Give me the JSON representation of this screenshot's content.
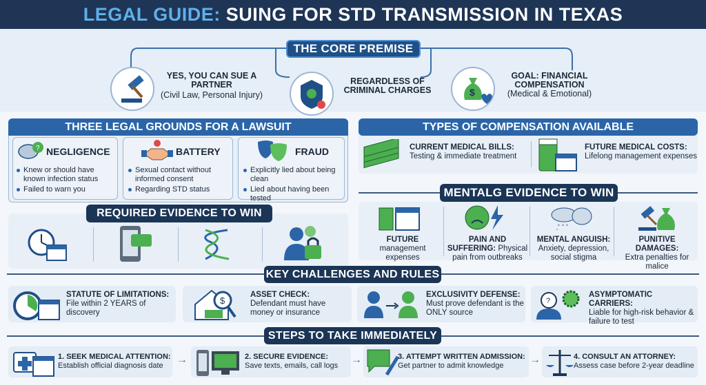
{
  "title": {
    "accent": "LEGAL GUIDE:",
    "main": "SUING FOR STD TRANSMISSION IN TEXAS"
  },
  "core_premise": {
    "label": "THE CORE PREMISE",
    "items": [
      {
        "icon": "gavel-icon",
        "title": "YES, YOU CAN SUE A PARTNER",
        "sub": "(Civil Law, Personal Injury)"
      },
      {
        "icon": "police-badge-icon",
        "title": "REGARDLESS OF CRIMINAL CHARGES",
        "sub": ""
      },
      {
        "icon": "money-bag-heart-icon",
        "title": "GOAL: FINANCIAL COMPENSATION",
        "sub": "(Medical & Emotional)"
      }
    ]
  },
  "legal_grounds": {
    "label": "THREE LEGAL GROUNDS FOR A LAWSUIT",
    "items": [
      {
        "icon": "brain-question-icon",
        "title": "NEGLIGENCE",
        "bullets": [
          "Knew or should have known infection status",
          "Failed to warn you"
        ]
      },
      {
        "icon": "handshake-icon",
        "title": "BATTERY",
        "bullets": [
          "Sexual contact without informed consent",
          "Regarding STD status"
        ]
      },
      {
        "icon": "theater-masks-icon",
        "title": "FRAUD",
        "bullets": [
          "Explicitly lied about being clean",
          "Lied about having been tested"
        ]
      }
    ]
  },
  "required_evidence": {
    "label": "REQUIRED EVIDENCE TO WIN",
    "icons": [
      "clock-calendar-icon",
      "phone-message-icon",
      "dna-icon",
      "person-lock-icon"
    ]
  },
  "compensation": {
    "label": "TYPES OF COMPENSATION AVAILABLE",
    "items": [
      {
        "icon": "cash-stack-icon",
        "title": "CURRENT MEDICAL BILLS:",
        "sub": "Testing & immediate treatment"
      },
      {
        "icon": "pill-bottle-calendar-icon",
        "title": "FUTURE MEDICAL COSTS:",
        "sub": "Lifelong management expenses"
      }
    ]
  },
  "mental_evidence": {
    "label": "MENTALG EVIDENCE TO WIN",
    "items": [
      {
        "icon": "medicine-calendar-icon",
        "title": "FUTURE",
        "sub": "management expenses"
      },
      {
        "icon": "sad-face-lightning-icon",
        "title": "PAIN AND SUFFERING:",
        "sub": "Physical pain from outbreaks"
      },
      {
        "icon": "cloud-brain-icon",
        "title": "MENTAL ANGUISH:",
        "sub": "Anxiety, depression, social stigma"
      },
      {
        "icon": "gavel-money-icon",
        "title": "PUNITIVE DAMAGES:",
        "sub": "Extra penalties for malice"
      }
    ]
  },
  "challenges": {
    "label": "KEY CHALLENGES AND RULES",
    "items": [
      {
        "icon": "stopwatch-calendar-icon",
        "title": "STATUTE OF LIMITATIONS:",
        "sub": "File within 2 YEARS of discovery"
      },
      {
        "icon": "house-magnifier-icon",
        "title": "ASSET CHECK:",
        "sub": "Defendant must have money or insurance"
      },
      {
        "icon": "person-arrow-person-icon",
        "title": "EXCLUSIVITY DEFENSE:",
        "sub": "Must prove defendant is the ONLY source"
      },
      {
        "icon": "person-virus-icon",
        "title": "ASYMPTOMATIC CARRIERS:",
        "sub": "Liable for high-risk behavior & failure to test"
      }
    ]
  },
  "steps": {
    "label": "STEPS TO TAKE IMMEDIATELY",
    "items": [
      {
        "icon": "medical-kit-calendar-icon",
        "title": "1. SEEK MEDICAL ATTENTION:",
        "sub": "Establish official diagnosis date"
      },
      {
        "icon": "phone-monitor-icon",
        "title": "2. SECURE EVIDENCE:",
        "sub": "Save texts, emails, call logs"
      },
      {
        "icon": "speech-pen-icon",
        "title": "3. ATTEMPT WRITTEN ADMISSION:",
        "sub": "Get partner to admit knowledge"
      },
      {
        "icon": "scales-icon",
        "title": "4. CONSULT AN ATTORNEY:",
        "sub": "Assess case before 2-year deadline"
      }
    ]
  },
  "colors": {
    "navy": "#1e3556",
    "blue": "#2b65a8",
    "green": "#4caf50",
    "panel": "#e8eff7"
  }
}
